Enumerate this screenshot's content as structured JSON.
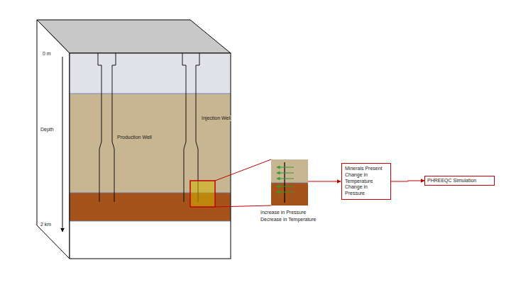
{
  "diagram": {
    "nodes": [
      {
        "text": [
          "Minerals Present",
          "Change in Temperature",
          "Change in Pressure"
        ]
      },
      {
        "text": [
          "PHREEQC Simulation"
        ]
      }
    ],
    "edges": [
      {
        "from": 0,
        "to": 1,
        "arrow": "to"
      }
    ],
    "labels": [
      "0 m",
      "Depth",
      "2 km",
      "Production Well",
      "Injection Well",
      "Increase in Pressure",
      "Decrease in Temperature"
    ]
  }
}
